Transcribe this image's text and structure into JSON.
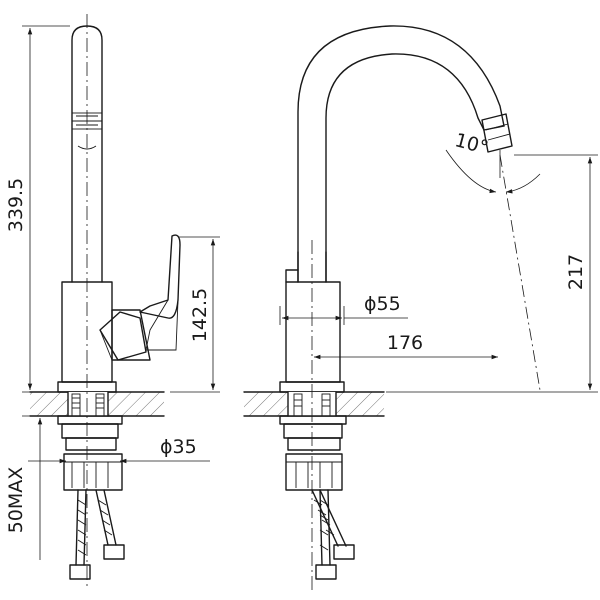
{
  "drawing": {
    "dimensions": {
      "total_height": "339.5",
      "handle_height": "142.5",
      "mount_thread": "ϕ35",
      "max_thickness": "50MAX",
      "base_diameter": "ϕ55",
      "reach": "176",
      "spout_height": "217",
      "swivel_angle": "10°"
    }
  }
}
